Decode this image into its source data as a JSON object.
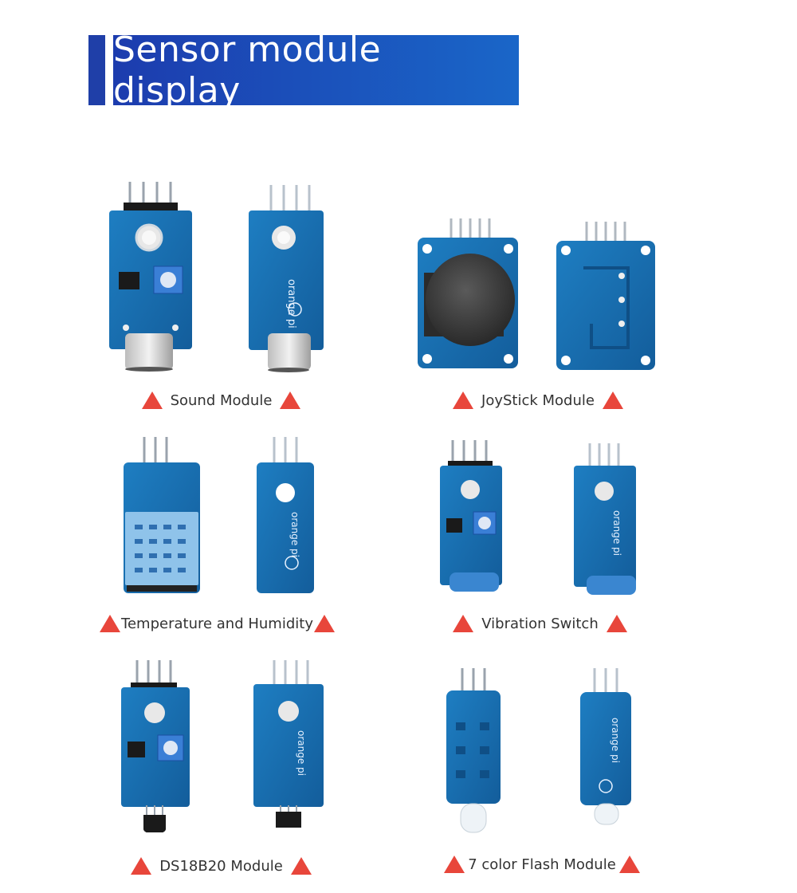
{
  "header": {
    "title": "Sensor module display"
  },
  "modules": [
    {
      "caption": "Sound Module"
    },
    {
      "caption": "JoyStick Module"
    },
    {
      "caption": "Temperature and Humidity"
    },
    {
      "caption": "Vibration Switch"
    },
    {
      "caption": "DS18B20 Module"
    },
    {
      "caption": "7 color Flash Module"
    }
  ],
  "colors": {
    "banner": "#1c3cae",
    "pcb": "#1a6fb3",
    "triangle": "#e8463b"
  },
  "icons": {
    "caption_marker": "red-triangle-icon"
  }
}
